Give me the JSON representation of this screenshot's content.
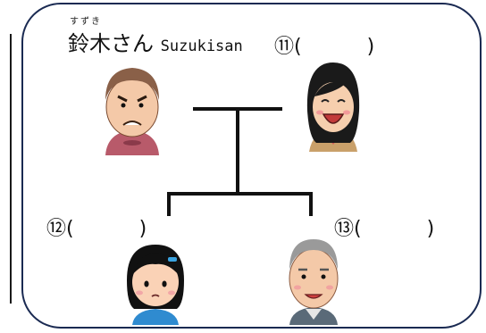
{
  "heading": {
    "furigana": "すずき",
    "name_jp": "鈴木さん",
    "name_romaji": "Suzukisan"
  },
  "blanks": [
    {
      "label": "⑪( 　　　)"
    },
    {
      "label": "⑫( 　　　)"
    },
    {
      "label": "⑬( 　　　)"
    }
  ],
  "colors": {
    "panel_border": "#1a2a52",
    "tree_line": "#111111"
  }
}
